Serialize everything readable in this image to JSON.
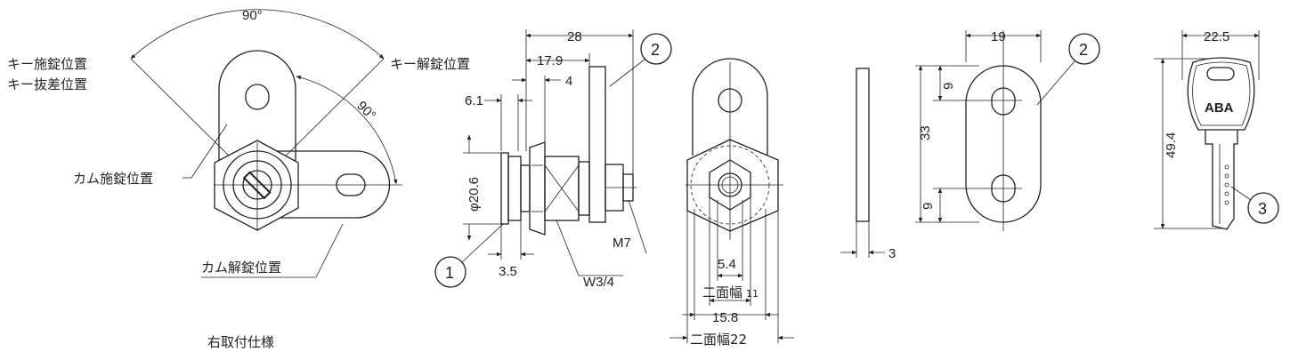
{
  "labels": {
    "angle_top": "90°",
    "angle_right": "90°",
    "key_lock_position": "キー施錠位置",
    "key_removal_position": "キー抜差位置",
    "key_unlock_position": "キー解錠位置",
    "cam_lock_position": "カム施錠位置",
    "cam_unlock_position": "カム解錠位置",
    "mounting_spec": "右取付仕様"
  },
  "side_view": {
    "dim_28": "28",
    "dim_17_9": "17.9",
    "dim_4": "4",
    "dim_6_1": "6.1",
    "dim_phi20_6": "φ20.6",
    "dim_3_5": "3.5",
    "thread_w": "W3/4",
    "thread_m": "M7",
    "callout_1": "1",
    "callout_2": "2"
  },
  "front_view": {
    "dim_5_4": "5.4",
    "across_flats_11": "二面幅",
    "across_flats_11_value": "11",
    "dim_15_8": "15.8",
    "across_flats_22": "二面幅22"
  },
  "cam_view": {
    "dim_3": "3",
    "dim_19": "19",
    "dim_9_top": "9",
    "dim_33": "33",
    "dim_9_bottom": "9",
    "callout_2": "2"
  },
  "key_view": {
    "dim_22_5": "22.5",
    "dim_49_4": "49.4",
    "brand": "ABA",
    "callout_3": "3"
  }
}
